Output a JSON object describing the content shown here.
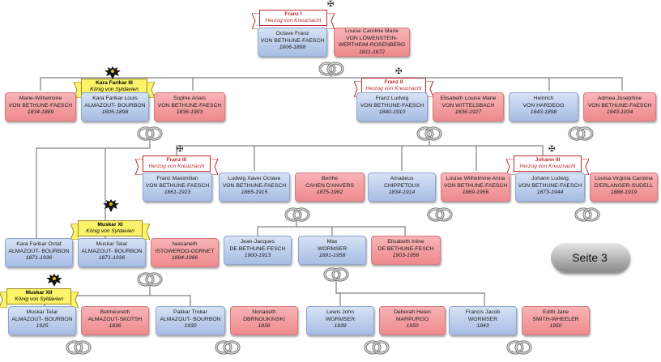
{
  "colors": {
    "male": "#b3c7ea",
    "female": "#f19ca0",
    "line": "#808080",
    "banner_red": "#c0292f",
    "banner_yellow": "#fbf36a"
  },
  "icons": {
    "marriage": "wedding-rings-icon",
    "cross": "cross-icon",
    "crest": "eagle-crest-icon"
  },
  "page_label": "Seite 3",
  "persons": {
    "franz_octave": {
      "l1": "Octave Franz",
      "l2": "VON BETHUNE-FAESCH",
      "dates": "1806-1898"
    },
    "louise_caroline": {
      "l1": "Louise Caroline Marie",
      "l2": "VON LÖWENSTEIN-",
      "l3": "WERTHEIM-ROSENBERG",
      "dates": "1811-1872"
    },
    "marie_wilhelmine": {
      "l1": "Marie-Wilhelmine",
      "l2": "VON BETHUNE-FAESCH",
      "dates": "1834-1889"
    },
    "kara_farikar_louis": {
      "l1": "Kara Farikar Louis",
      "l2": "ALMAZOUT- BOURBON",
      "dates": "1806-1898"
    },
    "sophie_anais": {
      "l1": "Sophie Anaïs",
      "l2": "VON BETHUNE-FAESCH",
      "dates": "1836-1903"
    },
    "franz_ludwig": {
      "l1": "Franz Ludwig",
      "l2": "VON BETHUNE-FAESCH",
      "dates": "1840-1910"
    },
    "elisabeth_louise": {
      "l1": "Elisabeth Louise Marie",
      "l2": "VON WITTELSBACH",
      "dates": "1836-1927"
    },
    "heinrich": {
      "l1": "Heinrich",
      "l2": "VON HARDEGG",
      "dates": "1843-1898"
    },
    "admea": {
      "l1": "Admea Josephine",
      "l2": "VON BETHUNE-FAESCH",
      "dates": "1843-1934"
    },
    "franz_maximilian": {
      "l1": "Franz Maximilian",
      "l2": "VON BETHUNE-FAESCH",
      "dates": "1861-1923"
    },
    "ludwig_xaver": {
      "l1": "Ludwig Xaver Octave",
      "l2": "VON BETHUNE-FAESCH",
      "dates": "1865-1915"
    },
    "berthe": {
      "l1": "Berthe",
      "l2": "CAHEN D'ANVERS",
      "dates": "1875-1962"
    },
    "amadeus": {
      "l1": "Amadeus",
      "l2": "CHIPPETOUX",
      "dates": "1834-1914"
    },
    "louise_wilhelmine": {
      "l1": "Louise Wilhelmine Anna",
      "l2": "VON BETHUNE-FAESCH",
      "dates": "1869-1956"
    },
    "johann_ludwig": {
      "l1": "Johann Ludwig",
      "l2": "VON BETHUNE-FAESCH",
      "dates": "1873-1944"
    },
    "louisa_virginia": {
      "l1": "Louisa Virginia Carolina",
      "l2": "D'ERLANGER-SUDELL",
      "dates": "1888-1919"
    },
    "kara_farikar_octaf": {
      "l1": "Kara Farikar Octaf",
      "l2": "ALMAZOUT- BOURBON",
      "dates": "1871-1936"
    },
    "muskar_telar_1": {
      "l1": "Muskar Telar",
      "l2": "ALMAZOUT- BOURBON",
      "dates": "1871-1936"
    },
    "iwasaneth": {
      "l1": "Iwasaneth",
      "l2": "ISTOWERDO-ODRNET",
      "dates": "1894-1966"
    },
    "jean_jacques": {
      "l1": "Jean-Jacques",
      "l2": "DE BETHUNE-FESCH",
      "dates": "1900-1913"
    },
    "max": {
      "l1": "Max",
      "l2": "WORMSER",
      "dates": "1891-1958"
    },
    "elisabeth_irene": {
      "l1": "Elisabeth Irène",
      "l2": "DE BETHUNE-FESCH",
      "dates": "1903-1956"
    },
    "muskar_telar_2": {
      "l1": "Muskar Telar",
      "l2": "ALMAZOUT- BOURBON",
      "dates": "1925"
    },
    "betmeoneth": {
      "l1": "Betméoneth",
      "l2": "ALMAZOUT-SKOTSH",
      "dates": "1836"
    },
    "palikar_trokar": {
      "l1": "Palikar Trokar",
      "l2": "ALMAZOUT- BOURBON",
      "dates": "1930"
    },
    "nonaneth": {
      "l1": "Nonaneth",
      "l2": "DBRNOUKINSKI",
      "dates": "1836"
    },
    "lewis_john": {
      "l1": "Lewis John",
      "l2": "WORMSER",
      "dates": "1939"
    },
    "deborah_helen": {
      "l1": "Deborah Helen",
      "l2": "MARPURGO",
      "dates": "1950"
    },
    "francis_jacob": {
      "l1": "Francis Jacob",
      "l2": "WORMSER",
      "dates": "1943"
    },
    "edith_jane": {
      "l1": "Edith Jane",
      "l2": "SMITH-WHEELER",
      "dates": "1950"
    }
  },
  "titles": {
    "franz_i": {
      "name": "Franz I",
      "sub": "Herzog von Kreuznacht"
    },
    "kara_farikar_iii": {
      "name": "Kara Farikar III",
      "sub": "König von Syldavien"
    },
    "franz_ii": {
      "name": "Franz II",
      "sub": "Herzog von Kreuznacht"
    },
    "franz_iii": {
      "name": "Franz III",
      "sub": "Herzog von Kreuznacht"
    },
    "johann_iii": {
      "name": "Johann III",
      "sub": "Herzog von Kreuznacht"
    },
    "muskar_xi": {
      "name": "Muskar XI",
      "sub": "König von Syldavien"
    },
    "muskar_xii": {
      "name": "Muskar XII",
      "sub": "König von Syldavien"
    }
  }
}
